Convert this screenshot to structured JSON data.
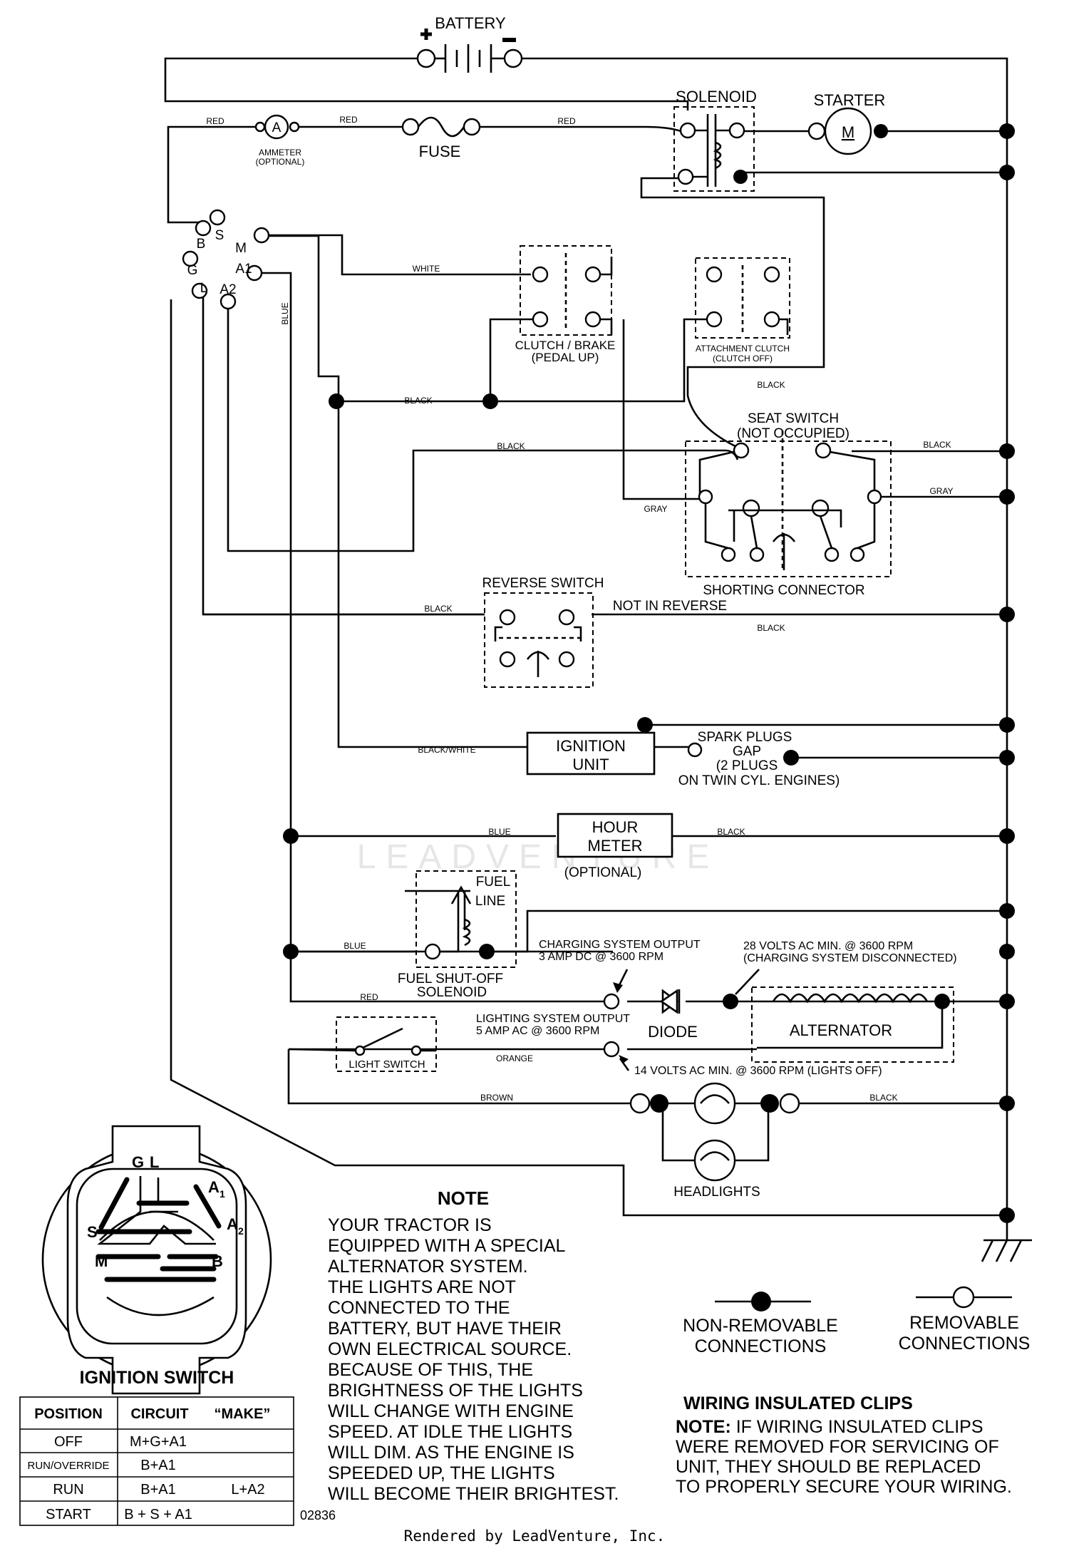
{
  "components": {
    "battery": "BATTERY",
    "solenoid": "SOLENOID",
    "starter": "STARTER",
    "starter_motor_symbol": "M",
    "ammeter_symbol": "A",
    "ammeter": "AMMETER",
    "ammeter_optional": "(OPTIONAL)",
    "fuse": "FUSE",
    "clutch_brake": "CLUTCH / BRAKE",
    "clutch_brake_sub": "(PEDAL UP)",
    "attachment_clutch": "ATTACHMENT CLUTCH",
    "attachment_clutch_sub": "(CLUTCH OFF)",
    "seat_switch": "SEAT SWITCH",
    "seat_switch_sub": "(NOT OCCUPIED)",
    "shorting_connector": "SHORTING CONNECTOR",
    "reverse_switch": "REVERSE SWITCH",
    "not_in_reverse": "NOT IN REVERSE",
    "ignition_unit_1": "IGNITION",
    "ignition_unit_2": "UNIT",
    "spark_plugs": [
      "SPARK PLUGS",
      "GAP",
      "(2 PLUGS",
      "ON TWIN CYL. ENGINES)"
    ],
    "hour_meter_1": "HOUR",
    "hour_meter_2": "METER",
    "hour_meter_optional": "(OPTIONAL)",
    "fuel_line_1": "FUEL",
    "fuel_line_2": "LINE",
    "fuel_solenoid_1": "FUEL SHUT-OFF",
    "fuel_solenoid_2": "SOLENOID",
    "charging_output_1": "CHARGING SYSTEM OUTPUT",
    "charging_output_2": "3 AMP DC @ 3600 RPM",
    "ac_28_1": "28 VOLTS AC MIN. @ 3600 RPM",
    "ac_28_2": "(CHARGING SYSTEM DISCONNECTED)",
    "diode": "DIODE",
    "alternator": "ALTERNATOR",
    "lighting_output_1": "LIGHTING SYSTEM OUTPUT",
    "lighting_output_2": "5 AMP AC @ 3600 RPM",
    "ac_14": "14 VOLTS AC MIN. @ 3600 RPM (LIGHTS OFF)",
    "light_switch": "LIGHT SWITCH",
    "headlights": "HEADLIGHTS"
  },
  "terminals": {
    "b": "B",
    "s": "S",
    "m": "M",
    "g": "G",
    "a1": "A1",
    "l": "L",
    "a2": "A2"
  },
  "wire_labels": {
    "red_1": "RED",
    "red_2": "RED",
    "red_3": "RED",
    "red_4": "RED",
    "white": "WHITE",
    "blue_vertical": "BLUE",
    "black_clutch": "BLACK",
    "black_seat_top": "BLACK",
    "black_attachment": "BLACK",
    "black_seat_right": "BLACK",
    "gray_left": "GRAY",
    "gray_right": "GRAY",
    "black_reverse_left": "BLACK",
    "black_reverse_right": "BLACK",
    "black_white": "BLACK/WHITE",
    "blue_hour": "BLUE",
    "black_hour": "BLACK",
    "blue_fuel": "BLUE",
    "orange": "ORANGE",
    "brown": "BROWN",
    "black_headlights": "BLACK"
  },
  "ignition_switch": {
    "title": "IGNITION SWITCH",
    "letters": {
      "g": "G",
      "l": "L",
      "a1": "A",
      "a1_sub": "1",
      "a2": "A",
      "a2_sub": "2",
      "s": "S",
      "m": "M",
      "b": "B"
    },
    "table": {
      "headers": [
        "POSITION",
        "CIRCUIT",
        "“MAKE”"
      ],
      "rows": [
        {
          "position": "OFF",
          "circuit": "M+G+A1",
          "make": ""
        },
        {
          "position": "RUN/OVERRIDE",
          "circuit": "B+A1",
          "make": ""
        },
        {
          "position": "RUN",
          "circuit": "B+A1",
          "make": "L+A2"
        },
        {
          "position": "START",
          "circuit": "B + S + A1",
          "make": ""
        }
      ]
    }
  },
  "note": {
    "title": "NOTE",
    "lines": [
      "YOUR TRACTOR IS",
      "EQUIPPED WITH A SPECIAL",
      "ALTERNATOR SYSTEM.",
      "THE LIGHTS ARE NOT",
      "CONNECTED TO THE",
      "BATTERY, BUT HAVE THEIR",
      "OWN ELECTRICAL SOURCE.",
      "BECAUSE OF THIS, THE",
      "BRIGHTNESS OF THE LIGHTS",
      "WILL CHANGE WITH ENGINE",
      "SPEED.  AT IDLE THE LIGHTS",
      "WILL DIM.  AS THE ENGINE IS",
      "SPEEDED UP, THE LIGHTS",
      "WILL BECOME THEIR BRIGHTEST."
    ]
  },
  "legend": {
    "non_removable_1": "NON-REMOVABLE",
    "non_removable_2": "CONNECTIONS",
    "removable_1": "REMOVABLE",
    "removable_2": "CONNECTIONS"
  },
  "clips": {
    "title": "WIRING INSULATED CLIPS",
    "note_label": "NOTE:",
    "line_1": " IF WIRING INSULATED CLIPS",
    "lines": [
      "WERE REMOVED FOR SERVICING OF",
      "UNIT, THEY SHOULD BE REPLACED",
      "TO PROPERLY SECURE YOUR WIRING."
    ]
  },
  "part_number": "02836",
  "footer": "Rendered by LeadVenture, Inc.",
  "watermark": "LEADVENTURE"
}
